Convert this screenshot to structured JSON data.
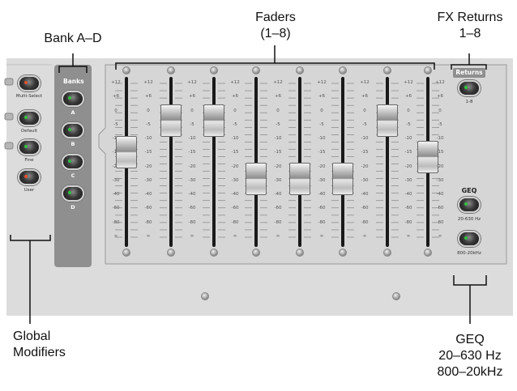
{
  "callouts": {
    "faders_line1": "Faders",
    "faders_line2": "(1–8)",
    "fx_line1": "FX Returns",
    "fx_line2": "1–8",
    "bank": "Bank A–D",
    "global_line1": "Global",
    "global_line2": "Modifiers",
    "geq_line1": "GEQ",
    "geq_line2": "20–630 Hz",
    "geq_line3": "800–20kHz"
  },
  "modifiers": [
    {
      "label": "Multi-Select",
      "led": "#e05030"
    },
    {
      "label": "Default",
      "led": "#30c040"
    },
    {
      "label": "Fine",
      "led": "#30c040"
    },
    {
      "label": "User",
      "led": "#e05030"
    }
  ],
  "banks": {
    "title": "Banks",
    "buttons": [
      "A",
      "B",
      "C",
      "D"
    ]
  },
  "scale": [
    "+12",
    "+6",
    "0",
    "-5",
    "-10",
    "-15",
    "-20",
    "-30",
    "-40",
    "-60",
    "-80",
    "∞"
  ],
  "fader_levels": [
    0.42,
    0.16,
    0.16,
    0.64,
    0.64,
    0.64,
    0.16,
    0.46
  ],
  "returns": {
    "title": "Returns",
    "sub": "1-8"
  },
  "geq": {
    "title": "GEQ",
    "btn1": "20-630 Hz",
    "btn2": "800-20kHz"
  },
  "colors": {
    "panel": "#dcdcdc",
    "bank_panel": "#8f8f8f",
    "led_green": "#30c040",
    "led_red": "#e05030"
  }
}
